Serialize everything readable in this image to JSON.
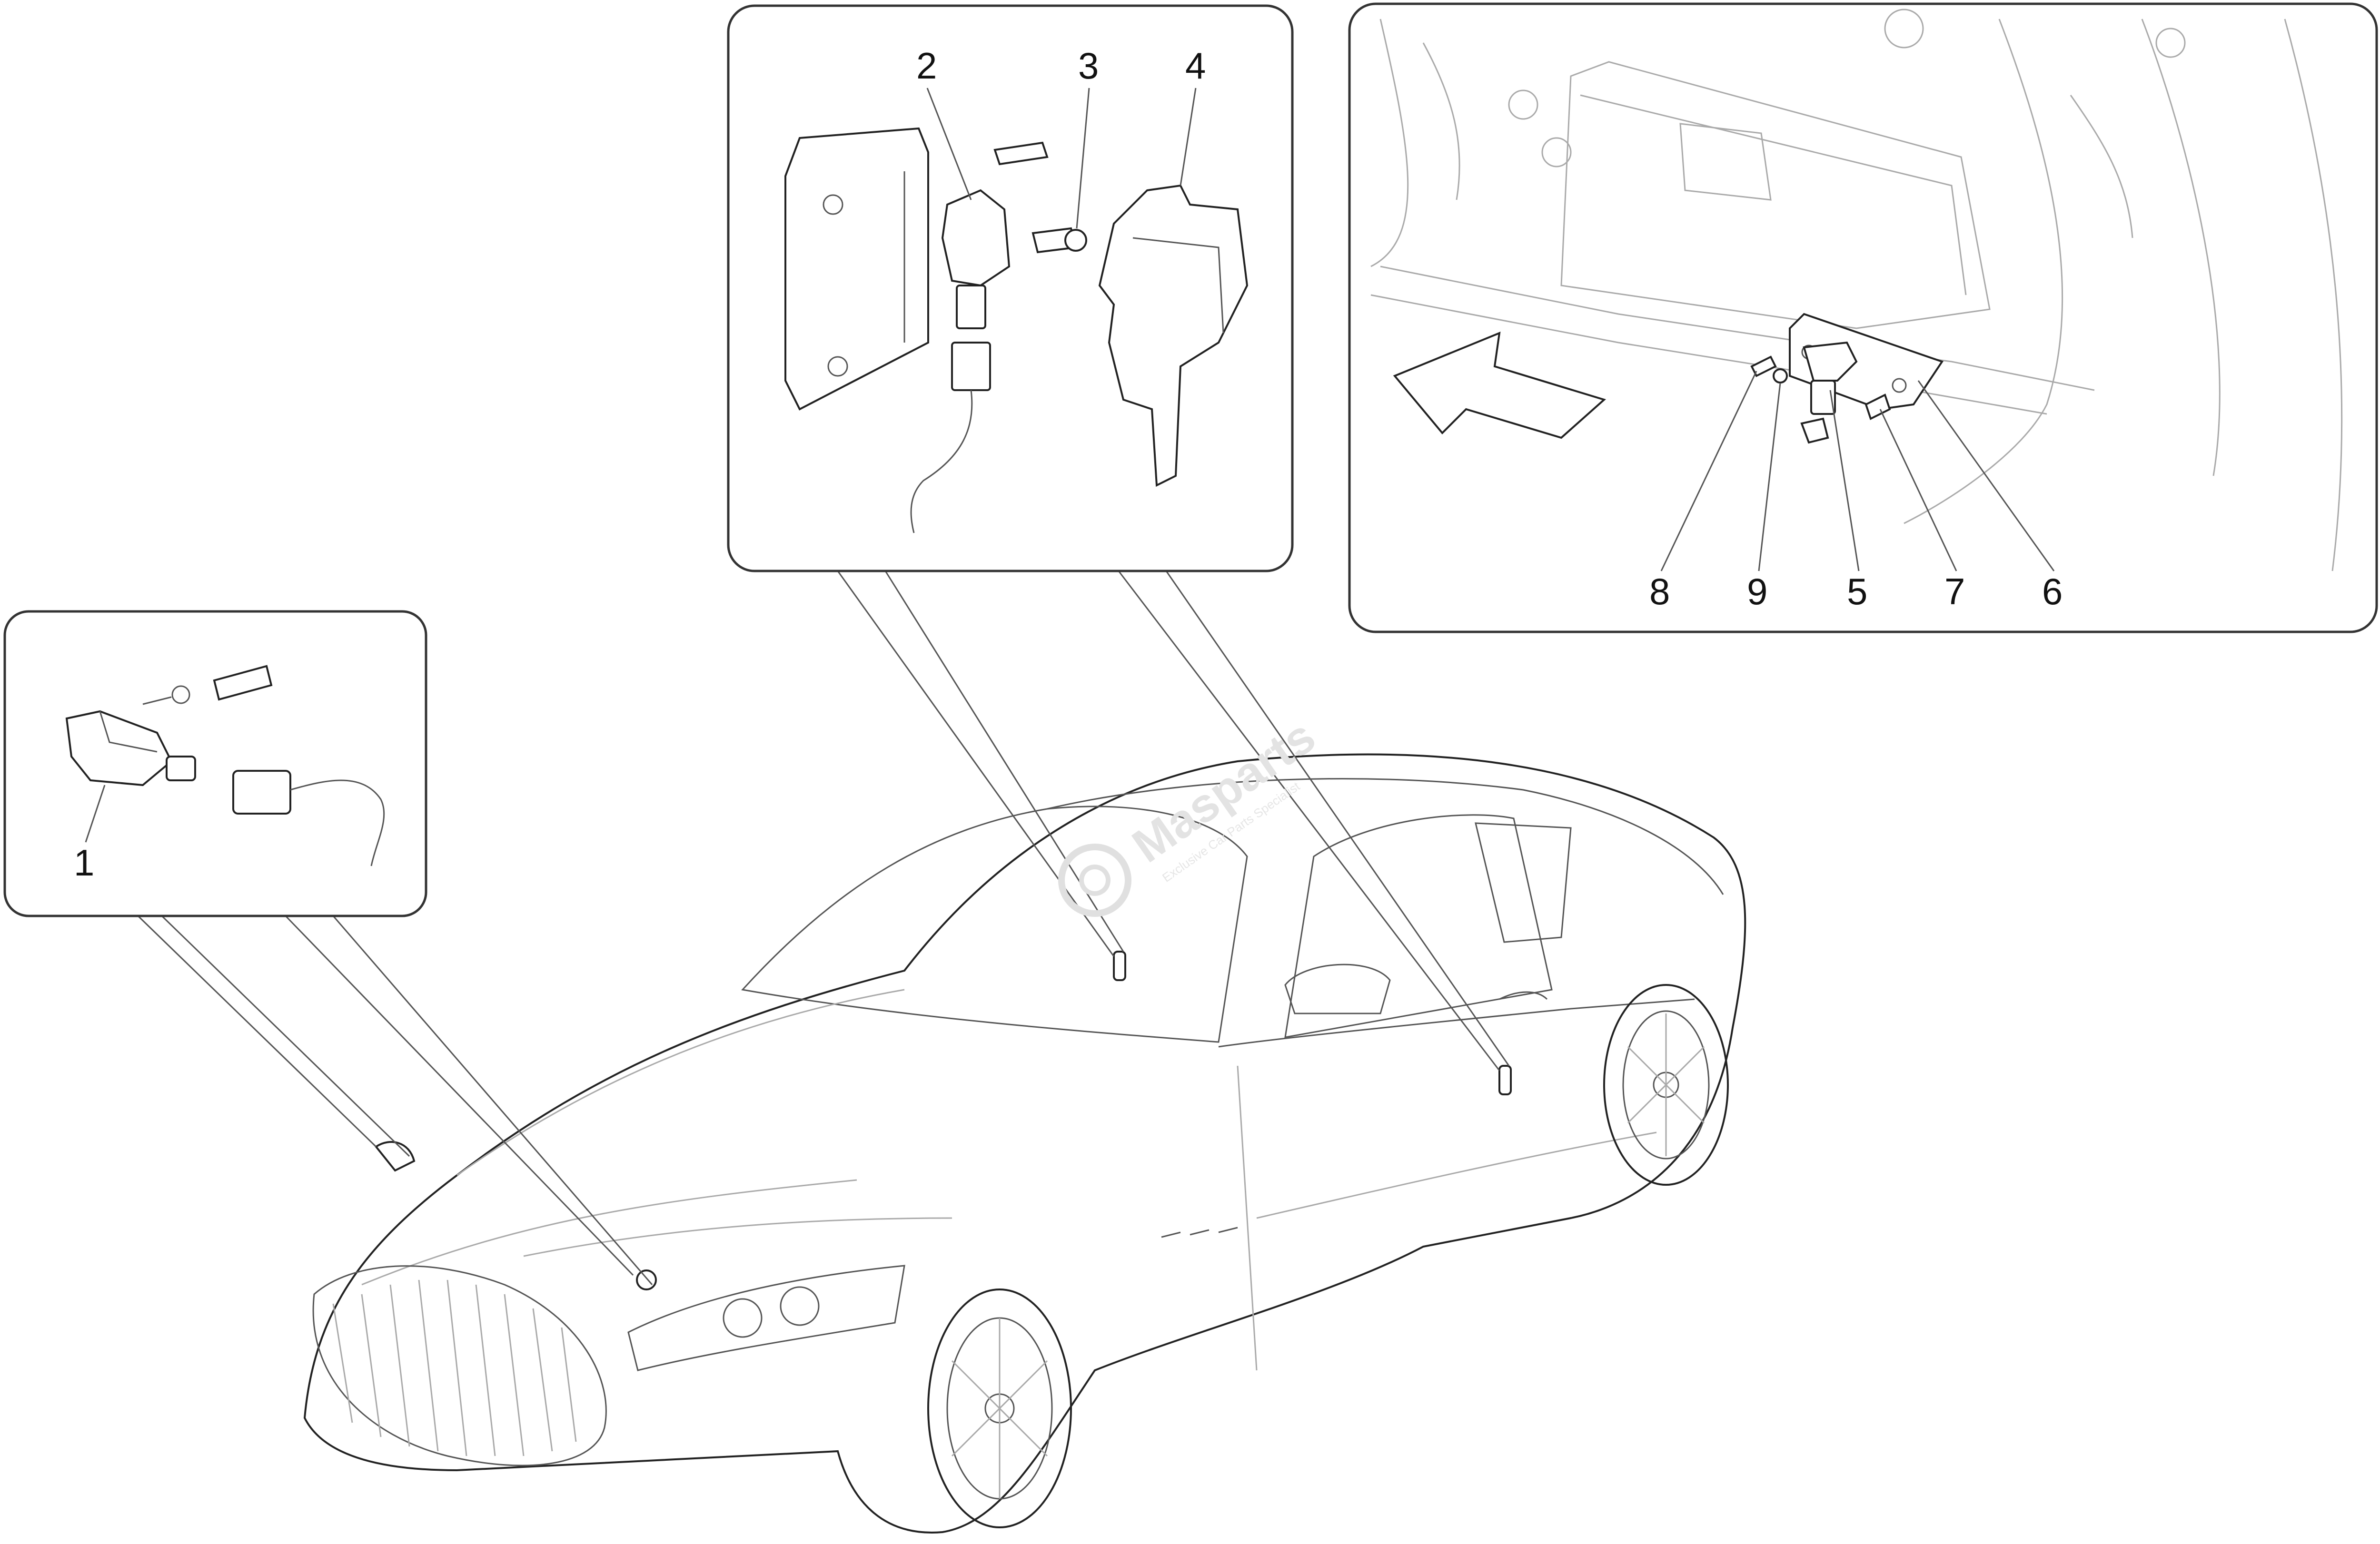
{
  "diagram": {
    "callouts": {
      "c1": "1",
      "c2": "2",
      "c3": "3",
      "c4": "4",
      "c5": "5",
      "c6": "6",
      "c7": "7",
      "c8": "8",
      "c9": "9"
    },
    "watermark": {
      "brand": "Masparts",
      "tagline": "Exclusive Car Parts Specialist"
    },
    "colors": {
      "line": "#222222",
      "panel_border": "#333333",
      "background": "#ffffff",
      "watermark": "#e3e3e3"
    }
  }
}
